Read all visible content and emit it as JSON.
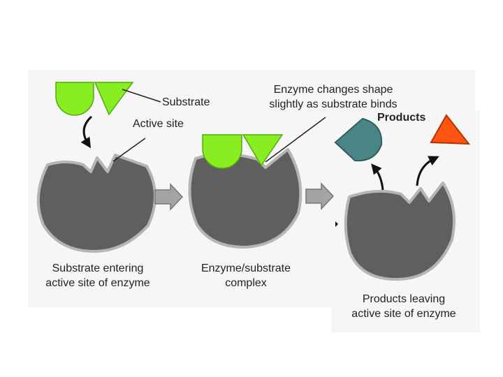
{
  "labels": {
    "substrate": "Substrate",
    "active_site": "Active site",
    "enzyme_changes": "Enzyme changes shape\nslightly as substrate binds",
    "products": "Products",
    "caption_1": "Substrate entering\nactive site of enzyme",
    "caption_2": "Enzyme/substrate\ncomplex",
    "caption_3": "Products leaving\nactive site of enzyme"
  },
  "colors": {
    "enzyme": "#5f5f5f",
    "enzyme_outline": "#b5b5b5",
    "substrate": "#88ee22",
    "product_left": "#4a8585",
    "product_right": "#ff5511",
    "arrow": "#9a9a9a"
  }
}
